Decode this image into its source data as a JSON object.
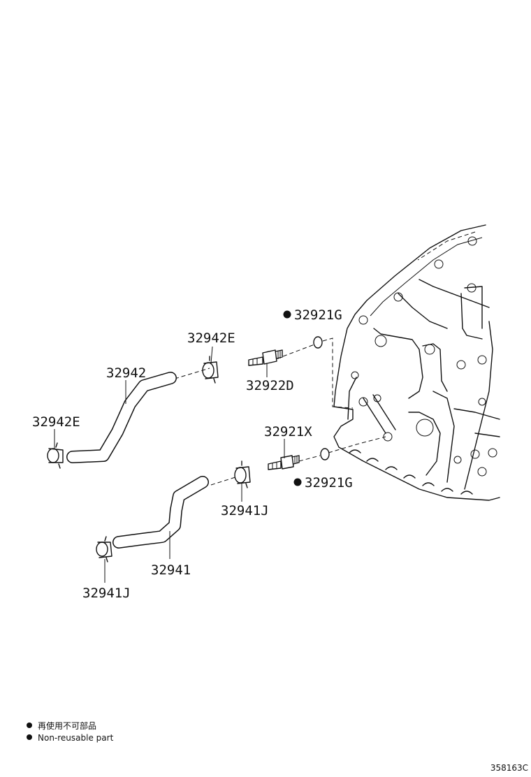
{
  "parts": {
    "p32921G_top": "32921G",
    "p32942E_top": "32942E",
    "p32942": "32942",
    "p32922D": "32922D",
    "p32942E_left": "32942E",
    "p32921X": "32921X",
    "p32921G_bottom": "32921G",
    "p32941J_mid": "32941J",
    "p32941": "32941",
    "p32941J_bottom": "32941J"
  },
  "legend": {
    "jp": "再使用不可部品",
    "en": "Non-reusable part"
  },
  "reference_code": "358163C"
}
